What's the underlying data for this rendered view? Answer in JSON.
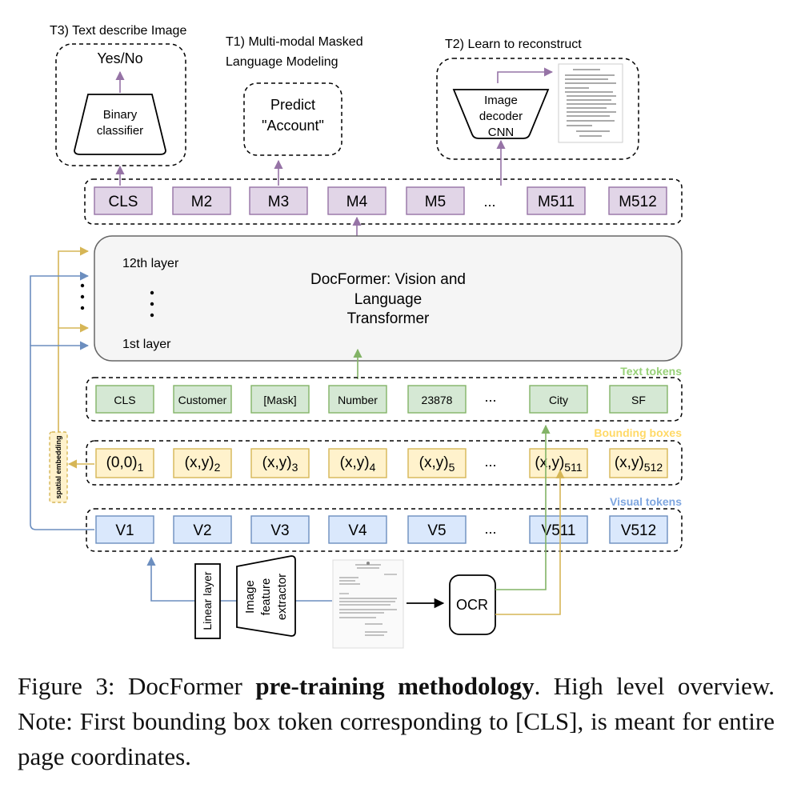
{
  "tasks": {
    "t3": {
      "title": "T3) Text describe Image",
      "output": "Yes/No",
      "module_line1": "Binary",
      "module_line2": "classifier"
    },
    "t1": {
      "title_line1": "T1) Multi-modal Masked",
      "title_line2": "Language Modeling",
      "predict_line1": "Predict",
      "predict_line2": "\"Account\""
    },
    "t2": {
      "title": "T2) Learn to reconstruct",
      "decoder_line1": "Image",
      "decoder_line2": "decoder",
      "decoder_line3": "CNN"
    }
  },
  "output_tokens": [
    "CLS",
    "M2",
    "M3",
    "M4",
    "M5",
    "M511",
    "M512"
  ],
  "ellipsis": "...",
  "transformer": {
    "line1": "DocFormer: Vision and",
    "line2": "Language",
    "line3": "Transformer",
    "top_layer": "12th layer",
    "bottom_layer": "1st layer"
  },
  "text_tokens": {
    "label": "Text tokens",
    "items": [
      "CLS",
      "Customer",
      "[Mask]",
      "Number",
      "23878",
      "City",
      "SF"
    ]
  },
  "bounding_boxes": {
    "label": "Bounding boxes",
    "items": [
      {
        "base": "(0,0)",
        "sub": "1"
      },
      {
        "base": "(x,y)",
        "sub": "2"
      },
      {
        "base": "(x,y)",
        "sub": "3"
      },
      {
        "base": "(x,y)",
        "sub": "4"
      },
      {
        "base": "(x,y)",
        "sub": "5"
      },
      {
        "base": "(x,y)",
        "sub": "511"
      },
      {
        "base": "(x,y)",
        "sub": "512"
      }
    ]
  },
  "visual_tokens": {
    "label": "Visual tokens",
    "items": [
      "V1",
      "V2",
      "V3",
      "V4",
      "V5",
      "V511",
      "V512"
    ]
  },
  "spatial_embedding": "spatial embedding",
  "linear_layer": "Linear layer",
  "feature_extractor": {
    "line1": "Image",
    "line2": "feature",
    "line3": "extractor"
  },
  "ocr": "OCR",
  "colors": {
    "purple_fill": "#e1d5e7",
    "purple_stroke": "#9673a6",
    "green_fill": "#d5e8d4",
    "green_stroke": "#82b366",
    "yellow_fill": "#fff2cc",
    "yellow_stroke": "#d6b656",
    "blue_fill": "#dae8fc",
    "blue_stroke": "#6c8ebf",
    "transformer_fill": "#f5f5f5",
    "transformer_stroke": "#666666"
  },
  "caption": {
    "figure": "Figure 3:  DocFormer ",
    "bold": "pre-training methodology",
    "rest": ".  High level overview.  Note:  First bounding box token corresponding to [CLS], is meant for entire page coordinates."
  }
}
